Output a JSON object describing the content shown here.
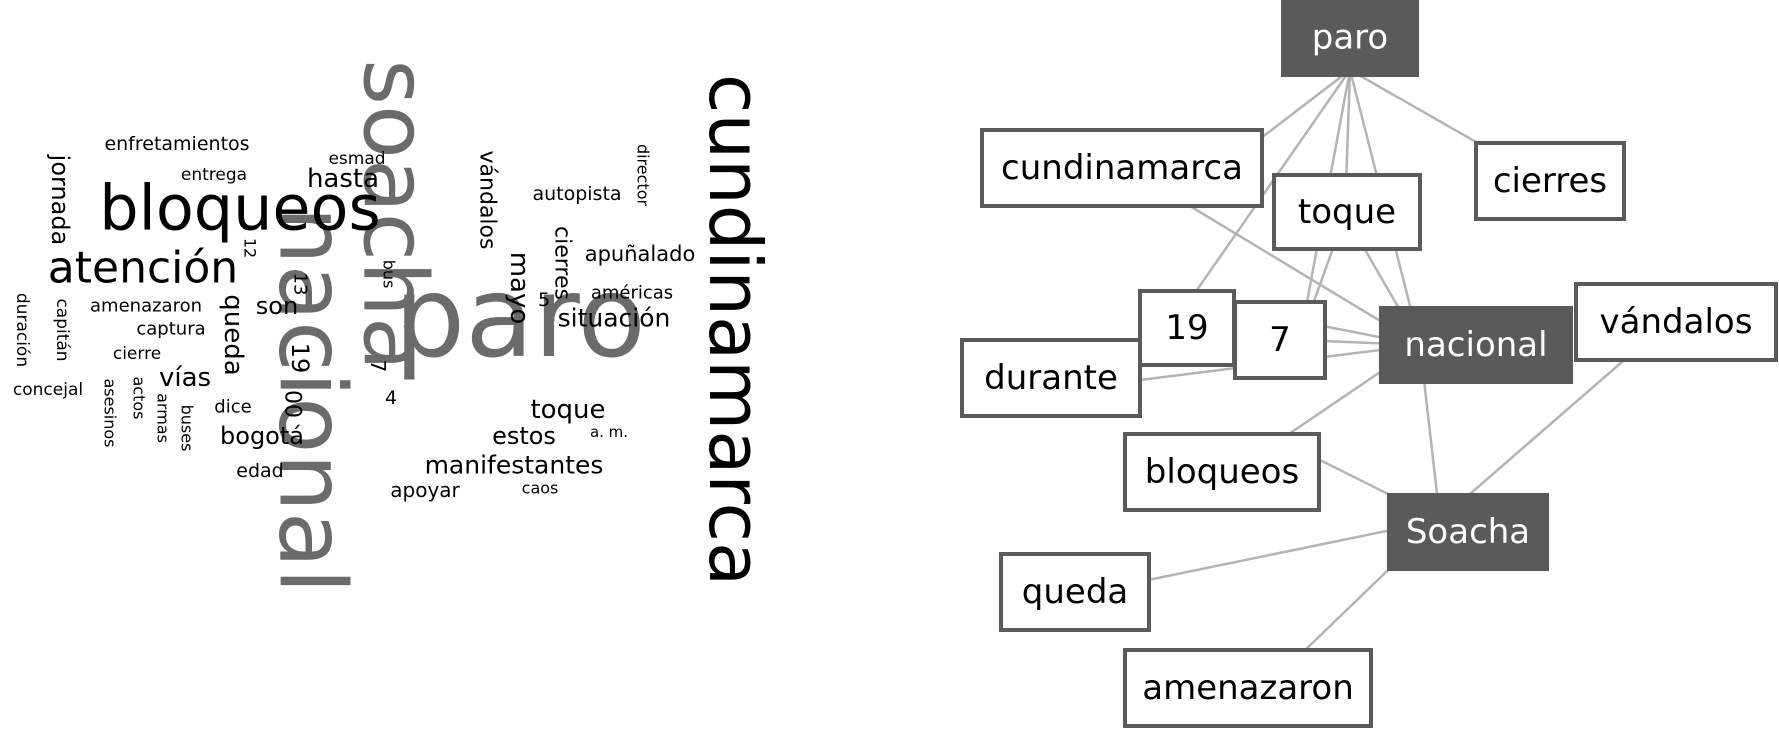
{
  "word_cloud": {
    "words": [
      {
        "id": "soacha",
        "text": "soacha",
        "color": "#6b6b6b"
      },
      {
        "id": "nacional",
        "text": "nacional",
        "color": "#6b6b6b"
      },
      {
        "id": "paro",
        "text": "paro",
        "color": "#6b6b6b"
      },
      {
        "id": "cundinamarca",
        "text": "cundinamarca",
        "color": "#000000"
      },
      {
        "id": "bloqueos",
        "text": "bloqueos",
        "color": "#000000"
      },
      {
        "id": "atencion",
        "text": "atención",
        "color": "#000000"
      },
      {
        "id": "enfretamientos",
        "text": "enfretamientos",
        "color": "#000000"
      },
      {
        "id": "jornada",
        "text": "jornada",
        "color": "#000000"
      },
      {
        "id": "entrega",
        "text": "entrega",
        "color": "#000000"
      },
      {
        "id": "esmad",
        "text": "esmad",
        "color": "#000000"
      },
      {
        "id": "hasta",
        "text": "hasta",
        "color": "#000000"
      },
      {
        "id": "vandalos",
        "text": "vándalos",
        "color": "#000000"
      },
      {
        "id": "mayo",
        "text": "mayo",
        "color": "#000000"
      },
      {
        "id": "autopista",
        "text": "autopista",
        "color": "#000000"
      },
      {
        "id": "director",
        "text": "director",
        "color": "#000000"
      },
      {
        "id": "cierres",
        "text": "cierres",
        "color": "#000000"
      },
      {
        "id": "apunalado",
        "text": "apuñalado",
        "color": "#000000"
      },
      {
        "id": "americas",
        "text": "américas",
        "color": "#000000"
      },
      {
        "id": "situacion",
        "text": "situación",
        "color": "#000000"
      },
      {
        "id": "duracion",
        "text": "duración",
        "color": "#000000"
      },
      {
        "id": "capitan",
        "text": "capitán",
        "color": "#000000"
      },
      {
        "id": "amenazaron",
        "text": "amenazaron",
        "color": "#000000"
      },
      {
        "id": "captura",
        "text": "captura",
        "color": "#000000"
      },
      {
        "id": "queda",
        "text": "queda",
        "color": "#000000"
      },
      {
        "id": "son",
        "text": "son",
        "color": "#000000"
      },
      {
        "id": "cierre",
        "text": "cierre",
        "color": "#000000"
      },
      {
        "id": "vias",
        "text": "vías",
        "color": "#000000"
      },
      {
        "id": "concejal",
        "text": "concejal",
        "color": "#000000"
      },
      {
        "id": "asesinos",
        "text": "asesinos",
        "color": "#000000"
      },
      {
        "id": "actos",
        "text": "actos",
        "color": "#000000"
      },
      {
        "id": "armas",
        "text": "armas",
        "color": "#000000"
      },
      {
        "id": "buses",
        "text": "buses",
        "color": "#000000"
      },
      {
        "id": "dice",
        "text": "dice",
        "color": "#000000"
      },
      {
        "id": "bogota",
        "text": "bogotá",
        "color": "#000000"
      },
      {
        "id": "edad",
        "text": "edad",
        "color": "#000000"
      },
      {
        "id": "toque",
        "text": "toque",
        "color": "#000000"
      },
      {
        "id": "estos",
        "text": "estos",
        "color": "#000000"
      },
      {
        "id": "am",
        "text": "a. m.",
        "color": "#000000"
      },
      {
        "id": "manifestantes",
        "text": "manifestantes",
        "color": "#000000"
      },
      {
        "id": "apoyar",
        "text": "apoyar",
        "color": "#000000"
      },
      {
        "id": "caos",
        "text": "caos",
        "color": "#000000"
      },
      {
        "id": "bus",
        "text": "bus",
        "color": "#000000"
      },
      {
        "id": "n12",
        "text": "12",
        "color": "#000000"
      },
      {
        "id": "n13",
        "text": "13",
        "color": "#000000"
      },
      {
        "id": "n19",
        "text": "19",
        "color": "#000000"
      },
      {
        "id": "n00",
        "text": "00",
        "color": "#000000"
      },
      {
        "id": "n7",
        "text": "7",
        "color": "#000000"
      },
      {
        "id": "n4",
        "text": "4",
        "color": "#000000"
      },
      {
        "id": "n5",
        "text": "5",
        "color": "#000000"
      }
    ]
  },
  "network": {
    "colors": {
      "dark_fill": "#5a5a5a",
      "light_fill": "#ffffff",
      "edge": "#b4b4b4",
      "dark_text": "#ffffff",
      "light_text": "#000000"
    },
    "nodes": [
      {
        "id": "paro",
        "label": "paro",
        "style": "dark"
      },
      {
        "id": "cundinamarca",
        "label": "cundinamarca",
        "style": "light"
      },
      {
        "id": "toque",
        "label": "toque",
        "style": "light"
      },
      {
        "id": "cierres",
        "label": "cierres",
        "style": "light"
      },
      {
        "id": "n19",
        "label": "19",
        "style": "light"
      },
      {
        "id": "n7",
        "label": "7",
        "style": "light"
      },
      {
        "id": "nacional",
        "label": "nacional",
        "style": "dark"
      },
      {
        "id": "vandalos",
        "label": "vándalos",
        "style": "light"
      },
      {
        "id": "durante",
        "label": "durante",
        "style": "light"
      },
      {
        "id": "bloqueos",
        "label": "bloqueos",
        "style": "light"
      },
      {
        "id": "soacha",
        "label": "Soacha",
        "style": "dark"
      },
      {
        "id": "queda",
        "label": "queda",
        "style": "light"
      },
      {
        "id": "amenazaron",
        "label": "amenazaron",
        "style": "light"
      }
    ],
    "edges": [
      [
        "paro",
        "cundinamarca"
      ],
      [
        "paro",
        "toque"
      ],
      [
        "paro",
        "cierres"
      ],
      [
        "paro",
        "n19"
      ],
      [
        "paro",
        "nacional"
      ],
      [
        "paro",
        "n7"
      ],
      [
        "cundinamarca",
        "nacional"
      ],
      [
        "toque",
        "nacional"
      ],
      [
        "toque",
        "n7"
      ],
      [
        "n7",
        "nacional"
      ],
      [
        "n19",
        "nacional"
      ],
      [
        "durante",
        "nacional"
      ],
      [
        "nacional",
        "bloqueos"
      ],
      [
        "nacional",
        "soacha"
      ],
      [
        "vandalos",
        "soacha"
      ],
      [
        "bloqueos",
        "soacha"
      ],
      [
        "queda",
        "soacha"
      ],
      [
        "amenazaron",
        "soacha"
      ]
    ]
  }
}
